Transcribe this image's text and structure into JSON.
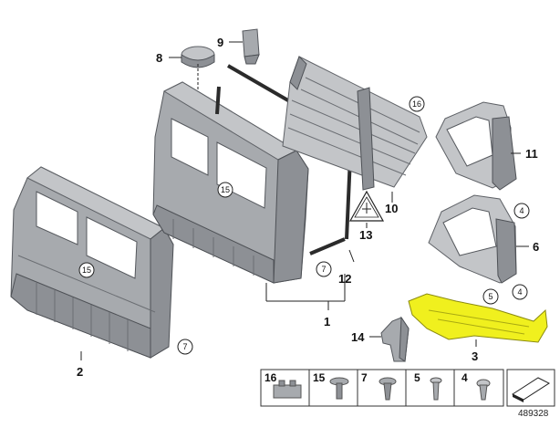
{
  "callouts": {
    "c1": "1",
    "c2": "2",
    "c3": "3",
    "c6": "6",
    "c8": "8",
    "c9": "9",
    "c10": "10",
    "c11": "11",
    "c12": "12",
    "c13": "13",
    "c14": "14"
  },
  "circled": {
    "n15a": "15",
    "n15b": "15",
    "n16": "16",
    "n7a": "7",
    "n7b": "7",
    "n4a": "4",
    "n4b": "4",
    "n5": "5"
  },
  "legend": [
    "16",
    "15",
    "7",
    "5",
    "4"
  ],
  "diagram_id": "489328",
  "colors": {
    "highlight": "#f0f01e",
    "part": "#a7aaae",
    "line": "#222222"
  }
}
